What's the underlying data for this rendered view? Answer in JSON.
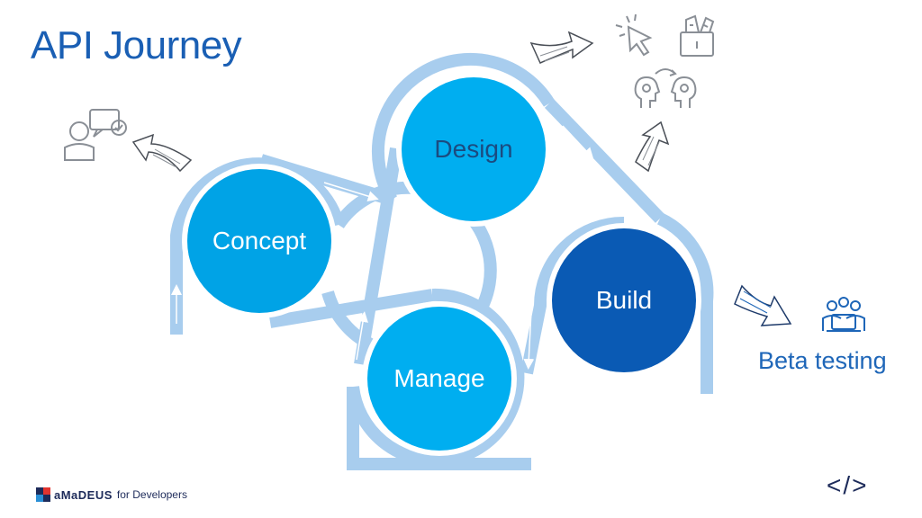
{
  "title": "API Journey",
  "stages": {
    "concept": "Concept",
    "design": "Design",
    "build": "Build",
    "manage": "Manage"
  },
  "beta_label": "Beta testing",
  "footer": {
    "brand": "aMaDEUS",
    "tagline": "for Developers",
    "code_mark": "</>"
  },
  "colors": {
    "title": "#1a5fb4",
    "track": "#a8cdee",
    "circle_light": "#00a3e6",
    "circle_dark": "#0a5ab4",
    "icon_line": "#8a8f96"
  },
  "icons": [
    "user-chat-icon",
    "curved-arrow-icon",
    "cursor-click-icon",
    "toolbox-icon",
    "heads-exchange-icon",
    "up-arrow-icon",
    "right-arrow-icon",
    "team-laptop-icon"
  ]
}
